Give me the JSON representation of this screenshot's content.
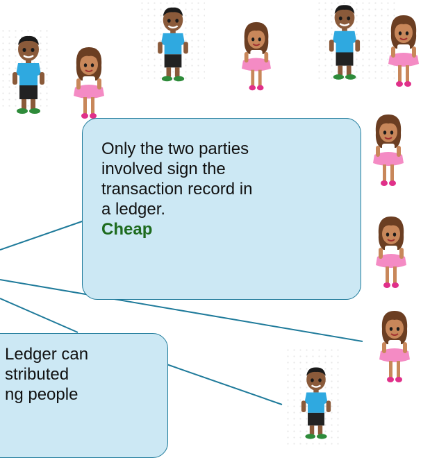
{
  "callout_main": {
    "lines": [
      "Only the two parties",
      "involved sign the",
      "transaction record in",
      "a ledger."
    ],
    "highlight": "Cheap",
    "highlight_color": "#1e6b1e"
  },
  "callout_bottom": {
    "lines": [
      "Ledger can",
      "stributed",
      "ng people"
    ]
  },
  "colors": {
    "callout_fill": "#cce8f4",
    "callout_border": "#1e7a9a",
    "connector": "#1e7a9a"
  },
  "figures": [
    "boy-avatar-icon",
    "girl-avatar-icon"
  ]
}
